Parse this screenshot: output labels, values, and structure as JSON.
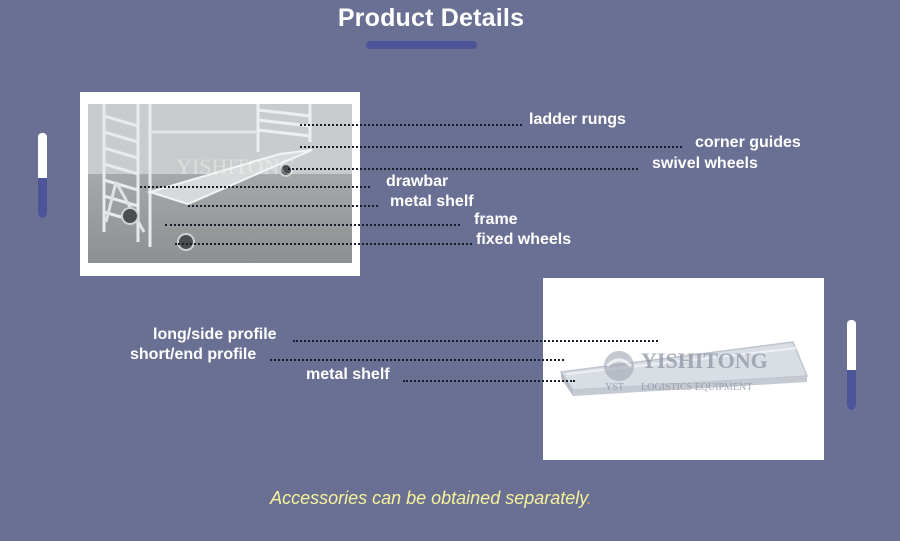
{
  "page": {
    "title": "Product Details",
    "footer_note": "Accessories can be obtained separately",
    "footer_period": "."
  },
  "cart_photo": {
    "watermark": "YISHITONG",
    "callouts": [
      {
        "label": "ladder rungs"
      },
      {
        "label": "corner guides"
      },
      {
        "label": "swivel wheels"
      },
      {
        "label": "drawbar"
      },
      {
        "label": "metal shelf"
      },
      {
        "label": "frame"
      },
      {
        "label": "fixed wheels"
      }
    ]
  },
  "shelf_photo": {
    "watermark_brand": "YISHITONG",
    "watermark_abbr": "YST",
    "watermark_tagline": "LOGISTICS EQUIPMENT",
    "callouts": [
      {
        "label": "long/side profile"
      },
      {
        "label": "short/end profile"
      },
      {
        "label": "metal shelf"
      }
    ]
  },
  "scrollbars": {
    "left_scroll_position": 0.5,
    "right_scroll_position": 0.5
  },
  "colors": {
    "background": "#6a7093",
    "accent": "#4b5597",
    "footer_text": "#f7f39a"
  }
}
